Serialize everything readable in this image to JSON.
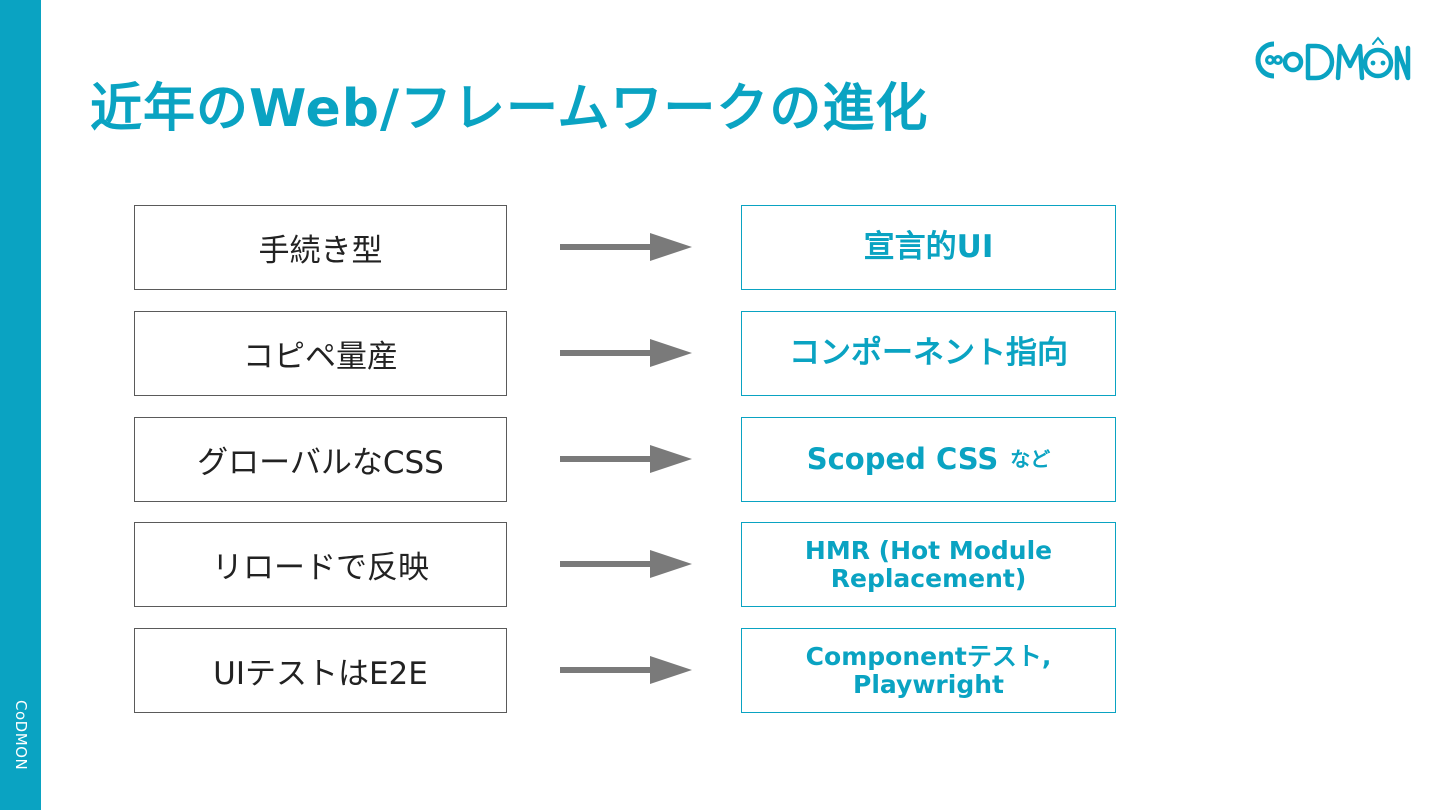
{
  "side_label": "CoDMON",
  "title": "近年のWeb/フレームワークの進化",
  "logo": {
    "text": "CoDMON",
    "color": "#0aa3c2"
  },
  "colors": {
    "accent": "#0aa3c2",
    "box_border": "#5a5a5a",
    "arrow": "#7a7a7a"
  },
  "rows": [
    {
      "before": "手続き型",
      "after": "宣言的UI",
      "after_suffix": ""
    },
    {
      "before": "コピペ量産",
      "after": "コンポーネント指向",
      "after_suffix": ""
    },
    {
      "before": "グローバルなCSS",
      "after": "Scoped CSS",
      "after_suffix": "など"
    },
    {
      "before": "リロードで反映",
      "after": "HMR (Hot Module Replacement)",
      "after_suffix": ""
    },
    {
      "before": "UIテストはE2E",
      "after": "Componentテスト, Playwright",
      "after_suffix": ""
    }
  ]
}
